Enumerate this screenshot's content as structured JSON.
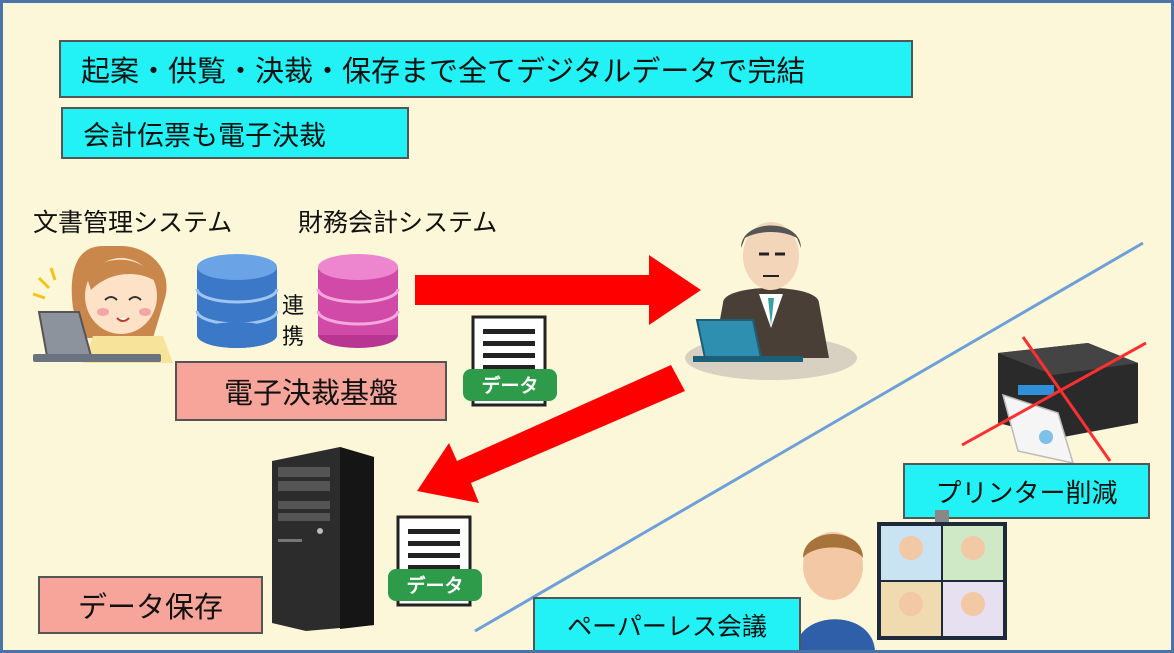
{
  "headline": "起案・供覧・決裁・保存まで全てデジタルデータで完結",
  "subheadline": "会計伝票も電子決裁",
  "systems": {
    "doc_mgmt": "文書管理システム",
    "finance": "財務会計システム",
    "link_label_1": "連",
    "link_label_2": "携"
  },
  "platform_label": "電子決裁基盤",
  "data_badge": "データ",
  "storage_label": "データ保存",
  "printer_label": "プリンター削減",
  "meeting_label": "ペーパーレス会議",
  "colors": {
    "background": "#fcf7d8",
    "border": "#4a74a8",
    "cyan_box": "#22f2f5",
    "salmon_box": "#f7a59a",
    "arrow": "#ff0000",
    "db_blue": "#3c78c8",
    "db_pink": "#d24aa8",
    "data_badge": "#2e9b4a",
    "divider": "#6f9fd8"
  }
}
